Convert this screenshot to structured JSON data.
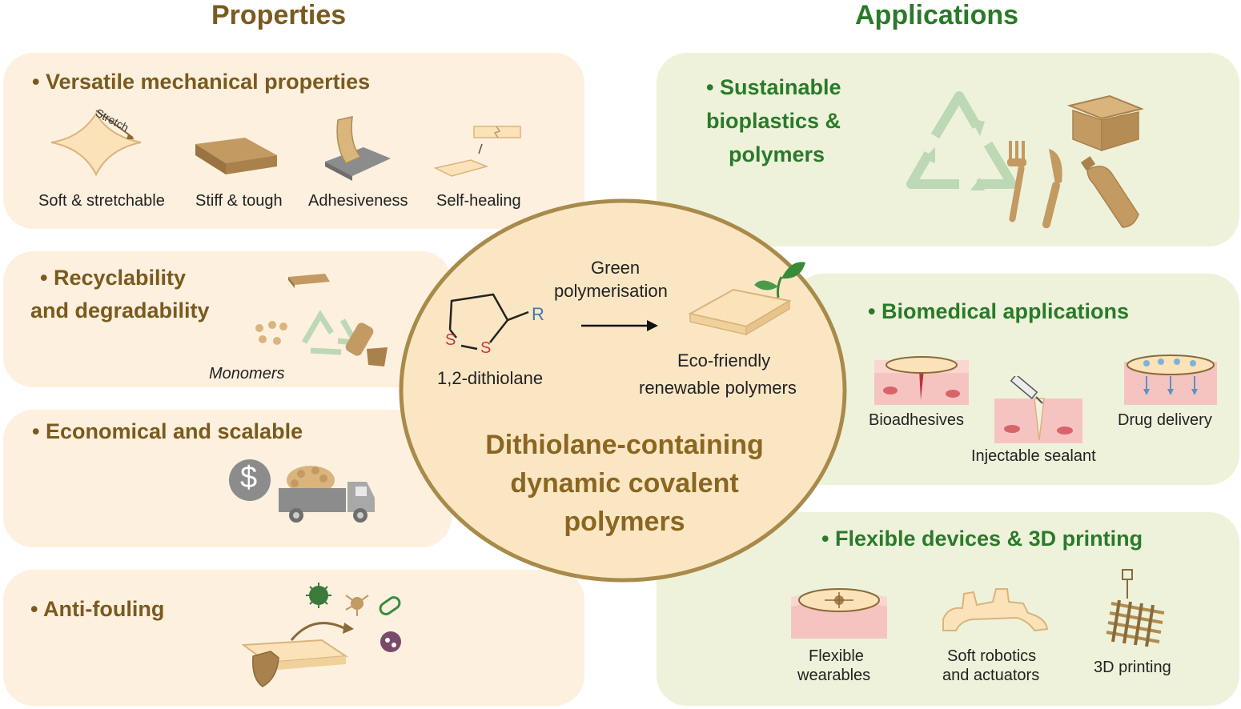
{
  "headers": {
    "properties": "Properties",
    "applications": "Applications"
  },
  "properties": {
    "mechanical": {
      "title": "• Versatile mechanical properties",
      "stretch_label": "Stretch",
      "items": [
        "Soft & stretchable",
        "Stiff & tough",
        "Adhesiveness",
        "Self-healing"
      ]
    },
    "recyclability": {
      "title_line1": "• Recyclability",
      "title_line2": "and degradability",
      "monomers": "Monomers"
    },
    "economical": {
      "title": "• Economical and scalable",
      "dollar": "$"
    },
    "antifouling": {
      "title": "• Anti-fouling"
    }
  },
  "center": {
    "green_line1": "Green",
    "green_line2": "polymerisation",
    "r_group": "R",
    "s1": "S",
    "s2": "S",
    "monomer": "1,2-dithiolane",
    "eco_line1": "Eco-friendly",
    "eco_line2": "renewable polymers",
    "title_line1": "Dithiolane-containing",
    "title_line2": "dynamic covalent",
    "title_line3": "polymers"
  },
  "applications": {
    "bioplastics": {
      "title_line1": "• Sustainable",
      "title_line2": "bioplastics &",
      "title_line3": "polymers"
    },
    "biomedical": {
      "title": "• Biomedical applications",
      "items": [
        "Bioadhesives",
        "Injectable sealant",
        "Drug delivery"
      ]
    },
    "flexible": {
      "title": "• Flexible devices & 3D printing",
      "wearables_line1": "Flexible",
      "wearables_line2": "wearables",
      "robotics_line1": "Soft robotics",
      "robotics_line2": "and actuators",
      "printing": "3D printing"
    }
  },
  "colors": {
    "properties_text": "#7a5a1e",
    "applications_text": "#2a7a2a",
    "properties_panel": "#fdf0de",
    "applications_panel": "#eef2da",
    "circle_fill": "#fbe6c4",
    "circle_border": "#a88a4a",
    "material": "#c29a62",
    "recycle": "#bcd8b4"
  }
}
